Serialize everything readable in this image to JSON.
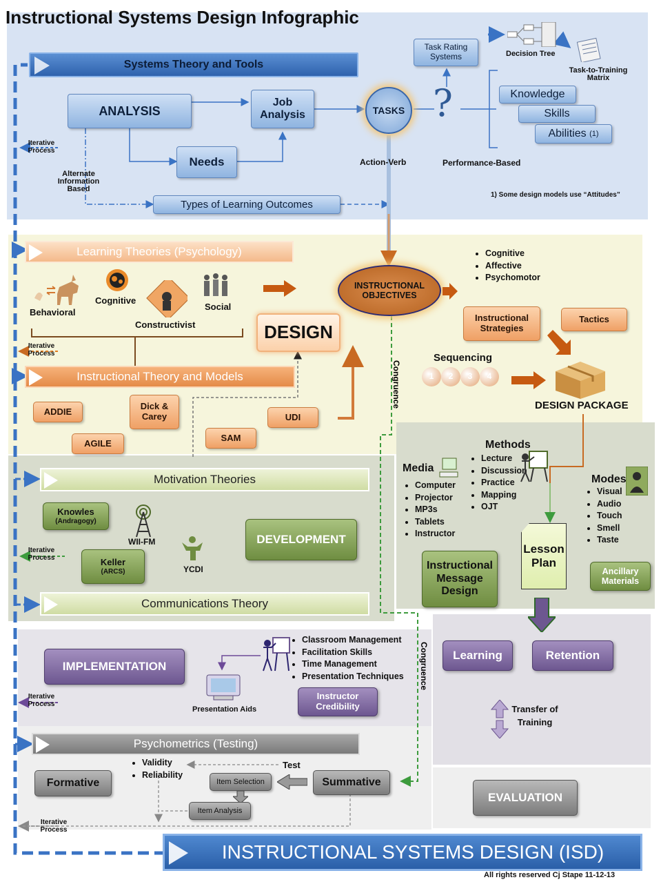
{
  "title": "Instructional Systems Design Infographic",
  "analysis": {
    "banner": "Systems Theory and Tools",
    "analysis_box": "ANALYSIS",
    "job_analysis": "Job Analysis",
    "needs": "Needs",
    "alternate": "Alternate Information Based",
    "types_outcomes": "Types of Learning Outcomes",
    "tasks": "TASKS",
    "action_verb": "Action-Verb",
    "performance_based": "Performance-Based",
    "task_rating": "Task Rating Systems",
    "decision_tree": "Decision  Tree",
    "task_to_training": "Task-to-Training Matrix",
    "question": "?",
    "knowledge": "Knowledge",
    "skills": "Skills",
    "abilities": "Abilities",
    "abilities_note": "(1)",
    "footnote": "1) Some design models use “Attitudes”",
    "iterative": "Iterative Process"
  },
  "design": {
    "banner_learning": "Learning Theories (Psychology)",
    "behavioral": "Behavioral",
    "cognitive": "Cognitive",
    "constructivist": "Constructivist",
    "social": "Social",
    "design_box": "DESIGN",
    "banner_models": "Instructional Theory and Models",
    "addie": "ADDIE",
    "dick_carey": "Dick & Carey",
    "agile": "AGILE",
    "sam": "SAM",
    "udi": "UDI",
    "objectives": "INSTRUCTIONAL OBJECTIVES",
    "domains": [
      "Cognitive",
      "Affective",
      "Psychomotor"
    ],
    "strategies": "Instructional Strategies",
    "tactics": "Tactics",
    "sequencing": "Sequencing",
    "sequence_numbers": [
      "1",
      "2",
      "3",
      "4"
    ],
    "design_package": "DESIGN PACKAGE",
    "congruence": "Congruence",
    "iterative": "Iterative Process"
  },
  "development": {
    "banner_motivation": "Motivation Theories",
    "knowles": "Knowles",
    "knowles_sub": "(Andragogy)",
    "wiifm": "WII-FM",
    "keller": "Keller",
    "keller_sub": "(ARCS)",
    "ycdi": "YCDI",
    "development_box": "DEVELOPMENT",
    "banner_communications": "Communications Theory",
    "iterative": "Iterative Process",
    "methods_title": "Methods",
    "methods": [
      "Lecture",
      "Discussion",
      "Practice",
      "Mapping",
      "OJT"
    ],
    "media_title": "Media",
    "media": [
      "Computer",
      "Projector",
      "MP3s",
      "Tablets",
      "Instructor"
    ],
    "modes_title": "Modes",
    "modes": [
      "Visual",
      "Audio",
      "Touch",
      "Smell",
      "Taste"
    ],
    "message_design": "Instructional Message Design",
    "lesson_plan": "Lesson Plan",
    "ancillary": "Ancillary Materials"
  },
  "implementation": {
    "implementation_box": "IMPLEMENTATION",
    "skills": [
      "Classroom Management",
      "Facilitation Skills",
      "Time Management",
      "Presentation Techniques"
    ],
    "instructor_credibility": "Instructor Credibility",
    "presentation_aids": "Presentation Aids",
    "learning": "Learning",
    "retention": "Retention",
    "transfer": "Transfer of Training",
    "congruence": "Congruence",
    "iterative": "Iterative Process"
  },
  "evaluation": {
    "banner_psychometrics": "Psychometrics (Testing)",
    "formative": "Formative",
    "validity_list": [
      "Validity",
      "Reliability"
    ],
    "test": "Test",
    "item_selection": "Item Selection",
    "item_analysis": "Item Analysis",
    "summative": "Summative",
    "evaluation_box": "EVALUATION",
    "iterative": "Iterative Process"
  },
  "footer": {
    "isd": "INSTRUCTIONAL SYSTEMS DESIGN (ISD)",
    "copyright": "All rights reserved Cj Stape 11-12-13"
  },
  "colors": {
    "analysis_bg": "#d8e3f3",
    "design_bg": "#f6f5dc",
    "development_bg": "#d8dccd",
    "implementation_bg": "#e6e4ea",
    "evaluation_bg": "#efefef",
    "dash_blue": "#3a73c4",
    "orange_arrow": "#c86a22",
    "green_dash": "#3d9b3d"
  },
  "icons": [
    "behavioral-icon",
    "cognitive-icon",
    "constructivist-icon",
    "social-icon",
    "wiifm-tower-icon",
    "ycdi-icon",
    "computer-icon",
    "presenter-icon",
    "mode-person-icon",
    "presentation-aids-icon",
    "package-icon",
    "decision-tree-icon",
    "matrix-icon"
  ]
}
